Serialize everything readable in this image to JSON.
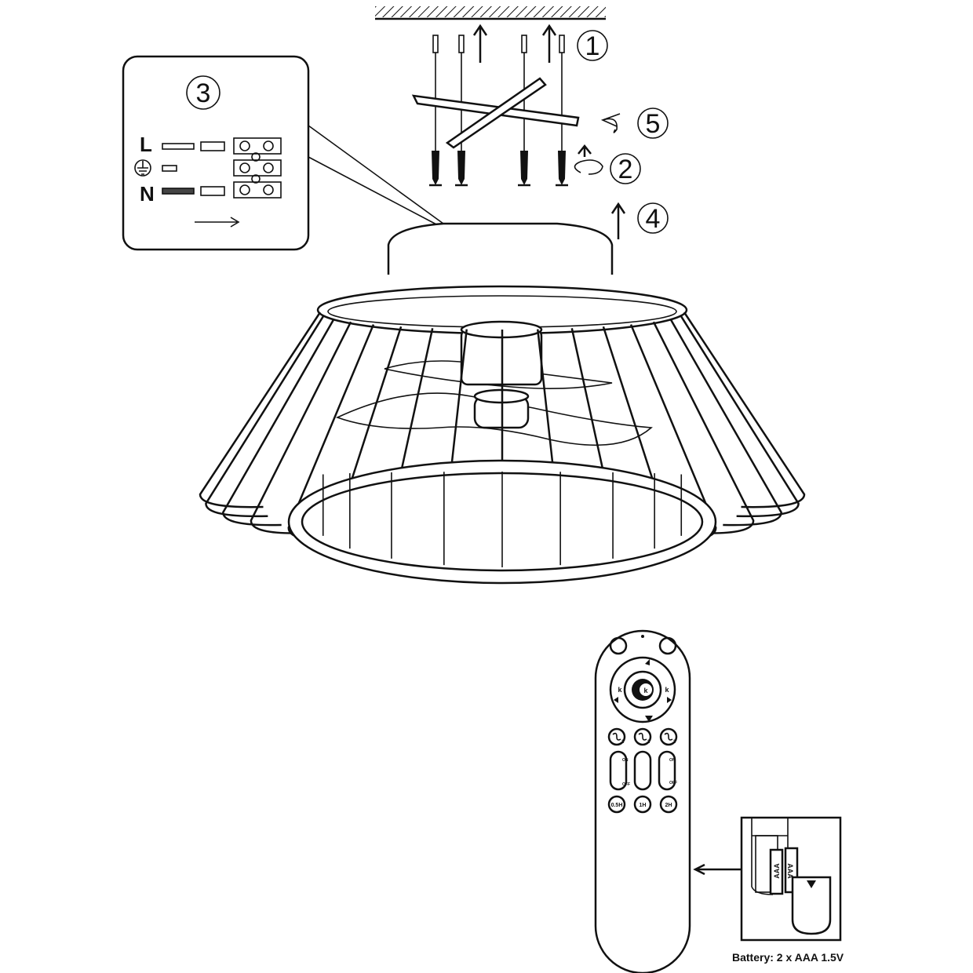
{
  "steps": [
    "1",
    "2",
    "3",
    "4",
    "5"
  ],
  "wiring": {
    "live": "L",
    "neutral": "N",
    "earth_icon": "ground-symbol"
  },
  "remote": {
    "center_button": "k",
    "left_button": "k",
    "right_button": "k",
    "speed_buttons": [
      "1",
      "2",
      "3"
    ],
    "light_on": "ON",
    "light_off": "OFF",
    "timer_buttons": [
      "0.5H",
      "1H",
      "2H"
    ]
  },
  "battery": {
    "cell_label": "AAA",
    "caption": "Battery: 2 x AAA 1.5V"
  },
  "colors": {
    "line": "#111111",
    "background": "#ffffff"
  }
}
